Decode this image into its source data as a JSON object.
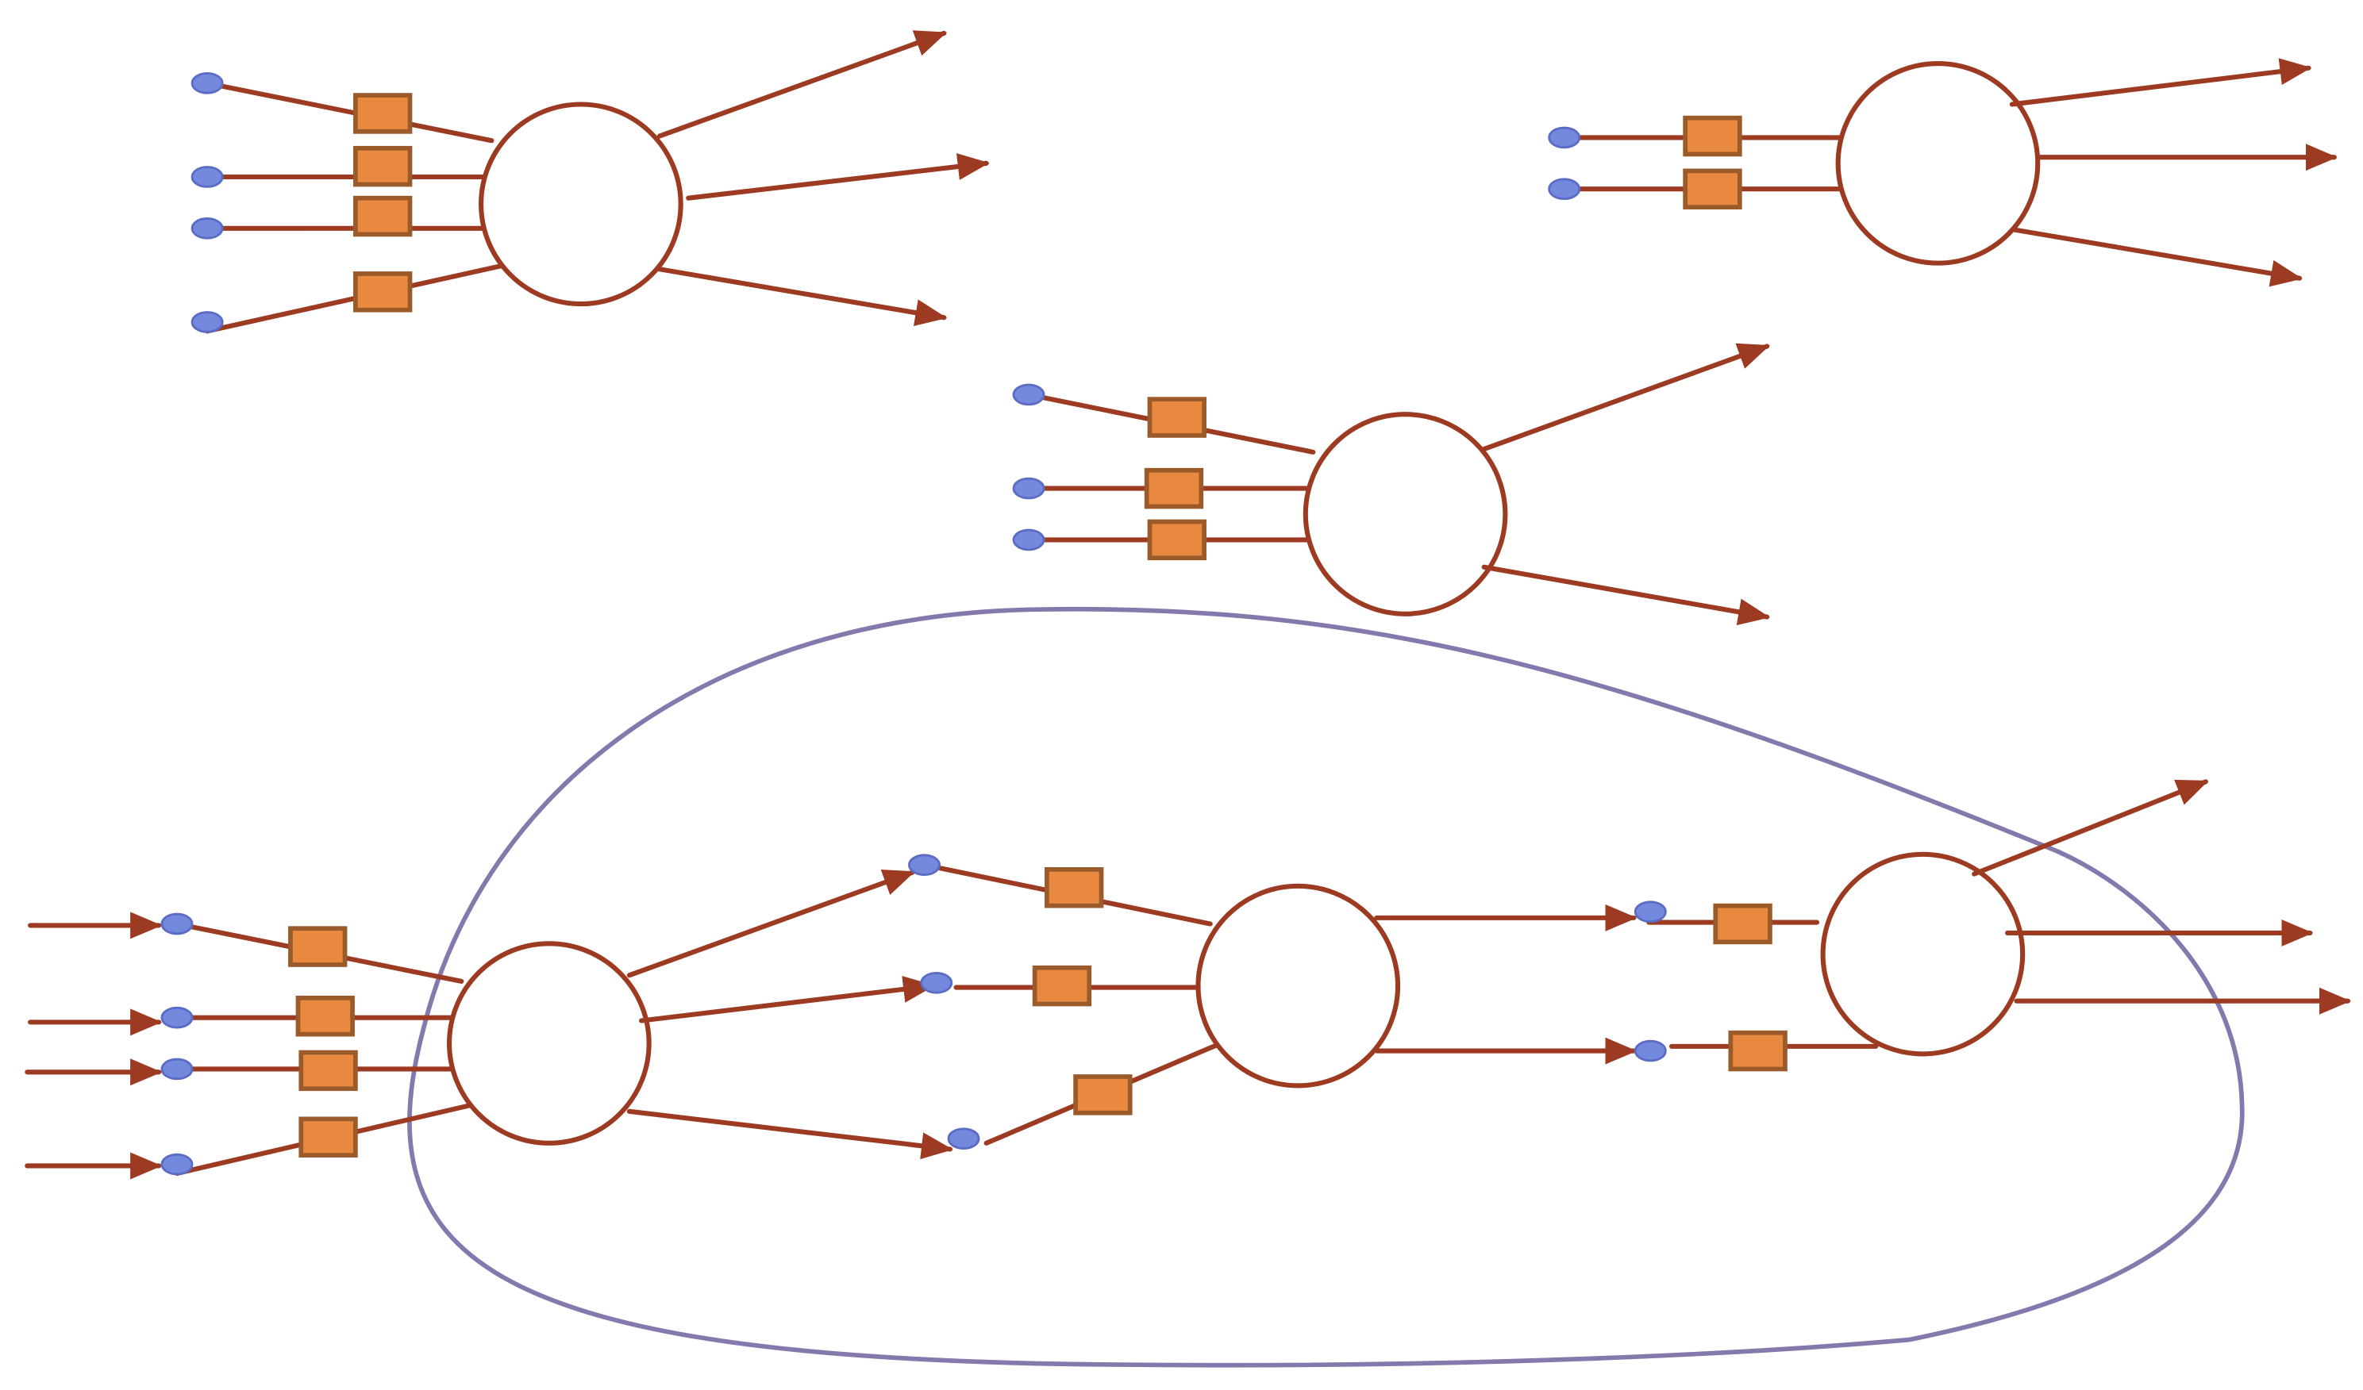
{
  "colors": {
    "background": "#ffffff",
    "edge": "#9c3b22",
    "node_stroke": "#9c3b22",
    "node_fill": "#ffffff",
    "port_fill": "#7488de",
    "port_stroke": "#5b6cc4",
    "weight_box_fill": "#e8893f",
    "weight_box_stroke": "#9a5a2a",
    "enclosure": "#8478ad"
  },
  "diagram": {
    "kind": "neuron-network-schematic",
    "standalone_units": [
      {
        "name": "unit-top-left",
        "inputs": 4,
        "outputs": 3
      },
      {
        "name": "unit-top-right",
        "inputs": 2,
        "outputs": 3
      },
      {
        "name": "unit-middle",
        "inputs": 3,
        "outputs": 2
      }
    ],
    "network": {
      "name": "enclosed-network",
      "units": [
        {
          "name": "network-unit-1",
          "inputs": 4,
          "outputs": 3
        },
        {
          "name": "network-unit-2",
          "inputs": 3,
          "outputs": 2
        },
        {
          "name": "network-unit-3",
          "inputs": 2,
          "outputs": 3
        }
      ],
      "external_inputs": 4,
      "external_outputs": 3
    }
  }
}
